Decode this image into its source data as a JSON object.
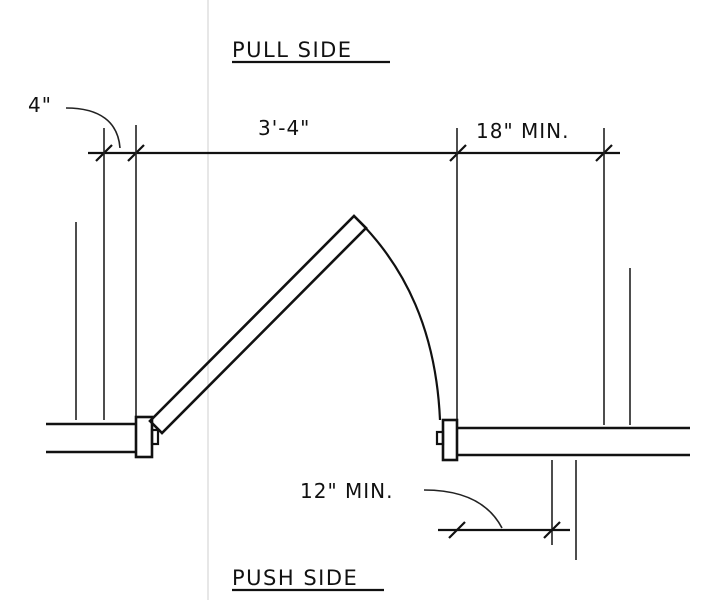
{
  "labels": {
    "pull_side": "PULL SIDE",
    "push_side": "PUSH SIDE",
    "dim_wall_offset": "4\"",
    "dim_door_width": "3'-4\"",
    "dim_latch_pull": "18\" MIN.",
    "dim_latch_push": "12\" MIN."
  },
  "colors": {
    "ink": "#111111",
    "paper": "#ffffff"
  }
}
